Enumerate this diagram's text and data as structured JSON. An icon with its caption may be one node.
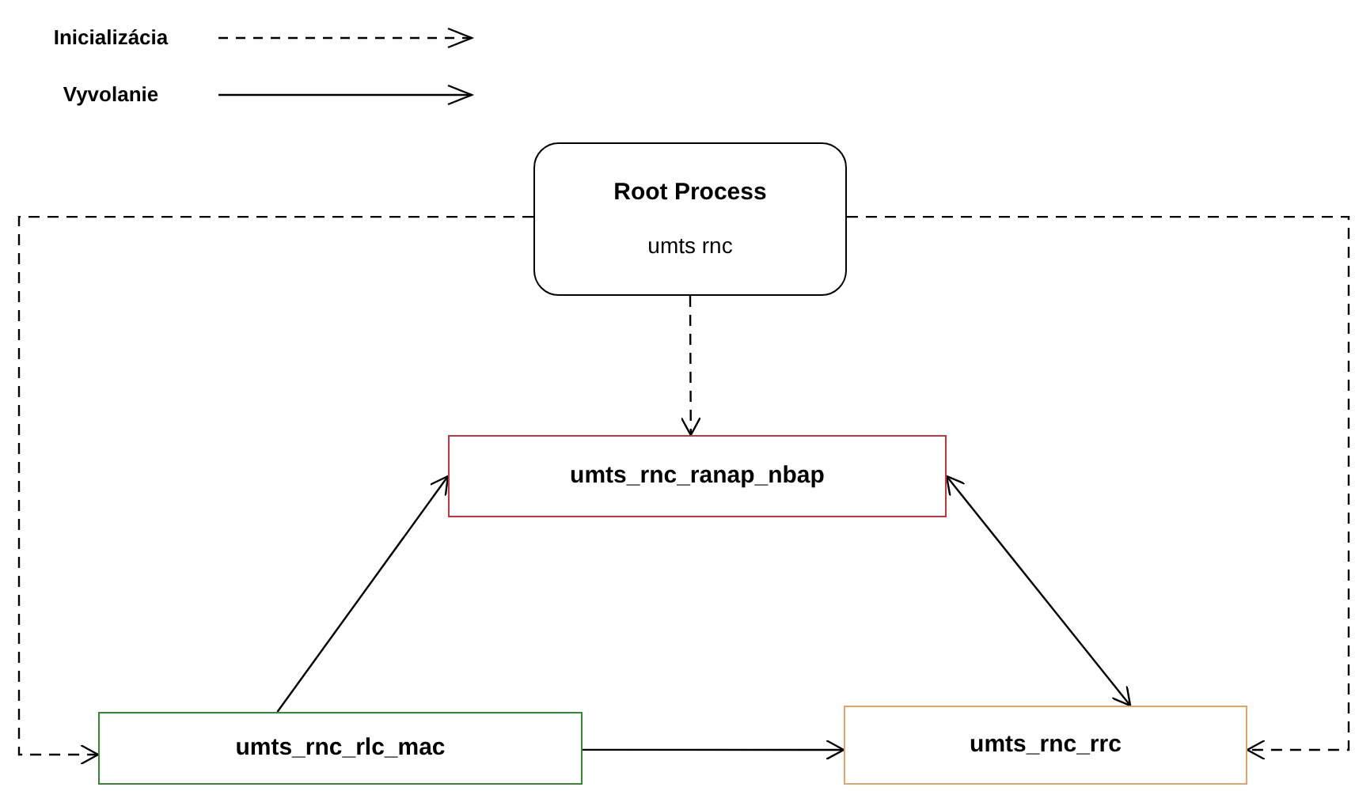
{
  "diagram": {
    "nodes": [
      {
        "text": [
          "Root Process",
          "umts rnc"
        ]
      },
      {
        "text": [
          "umts_rnc_ranap_nbap"
        ]
      },
      {
        "text": [
          "umts_rnc_rlc_mac"
        ]
      },
      {
        "text": [
          "umts_rnc_rrc"
        ]
      }
    ],
    "edges": [
      {
        "from": 0,
        "to": 1,
        "arrow": "to",
        "style": "dashed"
      },
      {
        "from": 0,
        "to": 2,
        "arrow": "to",
        "style": "dashed"
      },
      {
        "from": 0,
        "to": 3,
        "arrow": "to",
        "style": "dashed"
      },
      {
        "from": 2,
        "to": 1,
        "arrow": "to"
      },
      {
        "from": 1,
        "to": 3,
        "arrow": "both"
      },
      {
        "from": 2,
        "to": 3,
        "arrow": "to"
      }
    ],
    "legend": [
      {
        "text": "Inicializácia"
      },
      {
        "text": "Vyvolanie"
      }
    ]
  }
}
